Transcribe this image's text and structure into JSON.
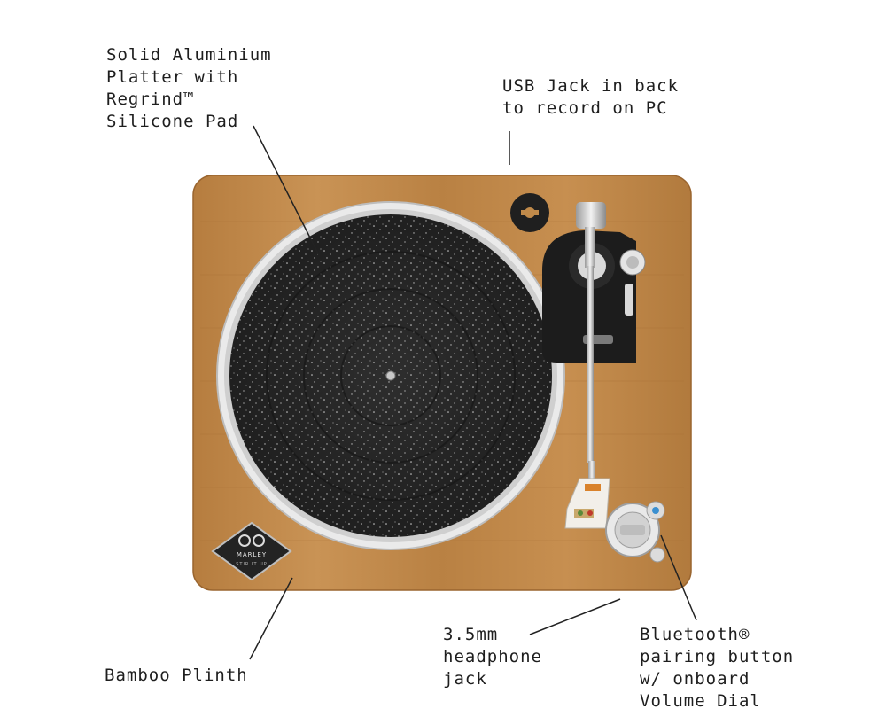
{
  "annotations": {
    "platter": [
      "Solid Aluminium",
      "Platter with",
      "Regrind™",
      "Silicone Pad"
    ],
    "usb": [
      "USB Jack in back",
      "to record on PC"
    ],
    "plinth": [
      "Bamboo Plinth"
    ],
    "headphone": [
      "3.5mm",
      "headphone",
      "jack"
    ],
    "bluetooth": [
      "Bluetooth®",
      "pairing button",
      "w/ onboard",
      "Volume Dial"
    ]
  },
  "badge": {
    "brand": "MARLEY",
    "sub": "STIR IT UP"
  },
  "colors": {
    "bamboo": "#c08a4a",
    "bamboo_dark": "#a86f35",
    "mat": "#262626",
    "aluminium": "#d9d9d9",
    "tonearm_base": "#1c1c1c",
    "accent_orange": "#d9822b"
  }
}
